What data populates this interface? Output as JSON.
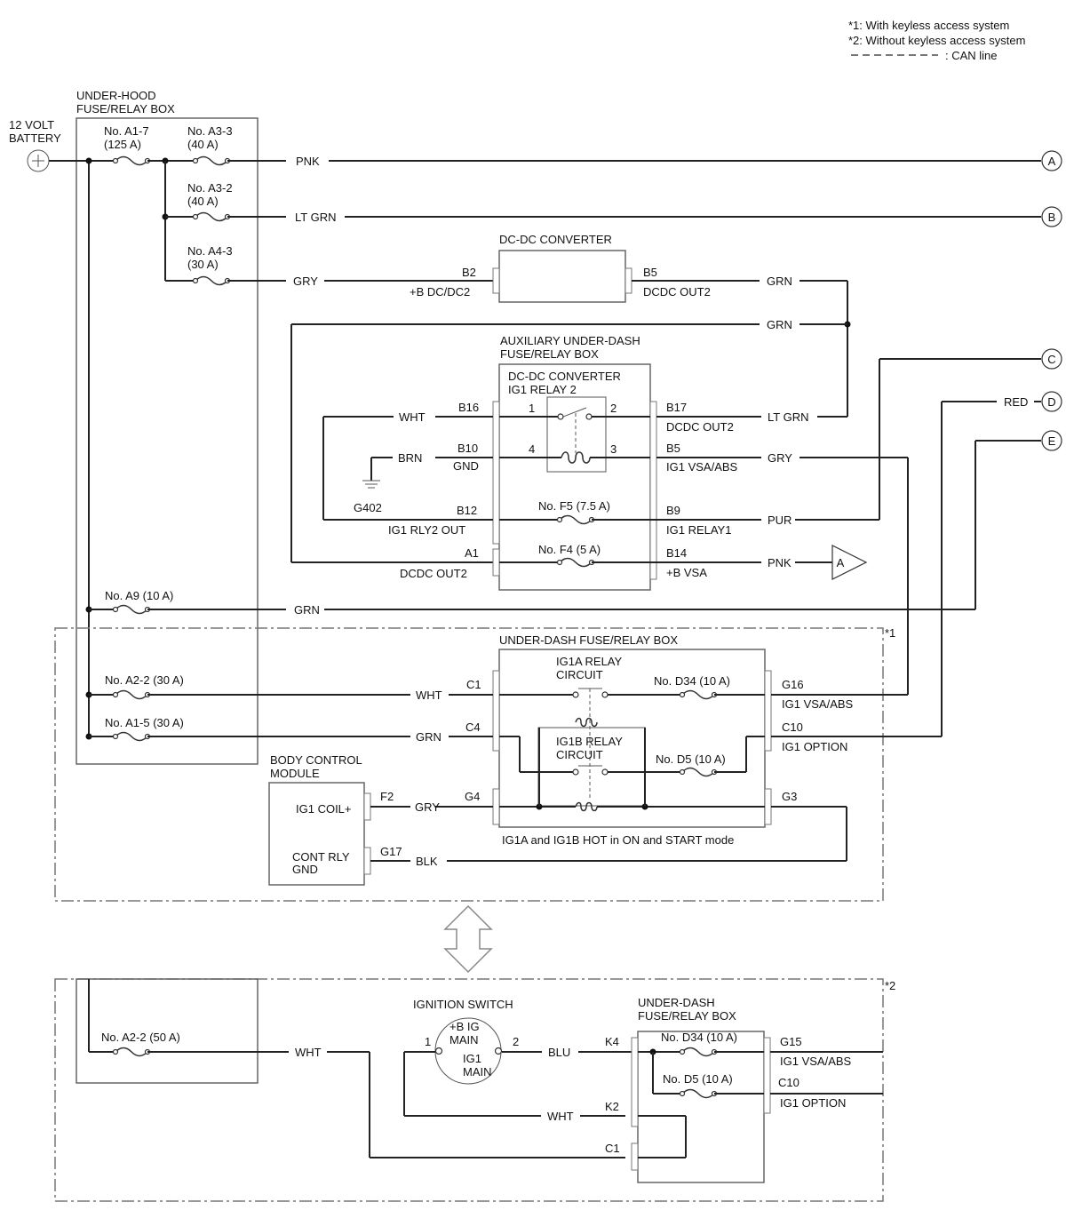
{
  "legend": {
    "note1": "*1: With keyless access system",
    "note2": "*2: Without keyless access system",
    "can_line": ": CAN line"
  },
  "battery": {
    "line1": "12 VOLT",
    "line2": "BATTERY"
  },
  "underhood": {
    "line1": "UNDER-HOOD",
    "line2": "FUSE/RELAY BOX",
    "fuse_a17_name": "No. A1-7",
    "fuse_a17_rating": "(125 A)",
    "fuse_a33_name": "No. A3-3",
    "fuse_a33_rating": "(40 A)",
    "fuse_a32_name": "No. A3-2",
    "fuse_a32_rating": "(40 A)",
    "fuse_a43_name": "No. A4-3",
    "fuse_a43_rating": "(30 A)",
    "fuse_a9": "No. A9 (10 A)",
    "fuse_a22": "No. A2-2 (30 A)",
    "fuse_a15": "No. A1-5 (30 A)",
    "fuse_a22b": "No. A2-2 (50 A)"
  },
  "wires": {
    "pnk": "PNK",
    "ltgrn": "LT GRN",
    "gry": "GRY",
    "grn": "GRN",
    "wht": "WHT",
    "brn": "BRN",
    "pur": "PUR",
    "red": "RED",
    "blk": "BLK",
    "blu": "BLU"
  },
  "connectors": {
    "a": "A",
    "b": "B",
    "c": "C",
    "d": "D",
    "e": "E"
  },
  "dcdc": {
    "title": "DC-DC CONVERTER",
    "b2": "B2",
    "b2_label": "+B DC/DC2",
    "b5": "B5",
    "b5_label": "DCDC OUT2"
  },
  "aux": {
    "line1": "AUXILIARY UNDER-DASH",
    "line2": "FUSE/RELAY BOX",
    "relay_line1": "DC-DC CONVERTER",
    "relay_line2": "IG1 RELAY 2",
    "b16": "B16",
    "b10": "B10",
    "b10_label": "GND",
    "b12": "B12",
    "b12_label": "IG1 RLY2 OUT",
    "a1": "A1",
    "a1_label": "DCDC OUT2",
    "b17": "B17",
    "b17_label": "DCDC OUT2",
    "b5": "B5",
    "b5_label": "IG1 VSA/ABS",
    "b9": "B9",
    "b9_label": "IG1 RELAY1",
    "b14": "B14",
    "b14_label": "+B VSA",
    "pin1": "1",
    "pin2": "2",
    "pin3": "3",
    "pin4": "4",
    "fuse_f5": "No. F5 (7.5 A)",
    "fuse_f4": "No. F4 (5 A)",
    "ground": "G402"
  },
  "section1": {
    "mark": "*1",
    "box_title": "UNDER-DASH FUSE/RELAY BOX",
    "ig1a_line1": "IG1A RELAY",
    "ig1a_line2": "CIRCUIT",
    "ig1b_line1": "IG1B RELAY",
    "ig1b_line2": "CIRCUIT",
    "fuse_d34": "No. D34 (10 A)",
    "fuse_d5": "No. D5 (10 A)",
    "c1": "C1",
    "c4": "C4",
    "g4": "G4",
    "g16": "G16",
    "g16_label": "IG1 VSA/ABS",
    "c10": "C10",
    "c10_label": "IG1 OPTION",
    "g3": "G3",
    "note": "IG1A and IG1B HOT in ON and START mode",
    "bcm_line1": "BODY CONTROL",
    "bcm_line2": "MODULE",
    "ig1coil": "IG1 COIL+",
    "f2": "F2",
    "contrly_line1": "CONT RLY",
    "contrly_line2": "GND",
    "g17": "G17"
  },
  "section2": {
    "mark": "*2",
    "switch_title": "IGNITION SWITCH",
    "sw_bigs_line1": "+B IG",
    "sw_bigs_line2": "MAIN",
    "sw_ig1_line1": "IG1",
    "sw_ig1_line2": "MAIN",
    "sw_pin1": "1",
    "sw_pin2": "2",
    "box_line1": "UNDER-DASH",
    "box_line2": "FUSE/RELAY BOX",
    "fuse_d34": "No. D34 (10 A)",
    "fuse_d5": "No. D5 (10 A)",
    "k4": "K4",
    "k2": "K2",
    "c1": "C1",
    "g15": "G15",
    "g15_label": "IG1 VSA/ABS",
    "c10": "C10",
    "c10_label": "IG1 OPTION"
  }
}
